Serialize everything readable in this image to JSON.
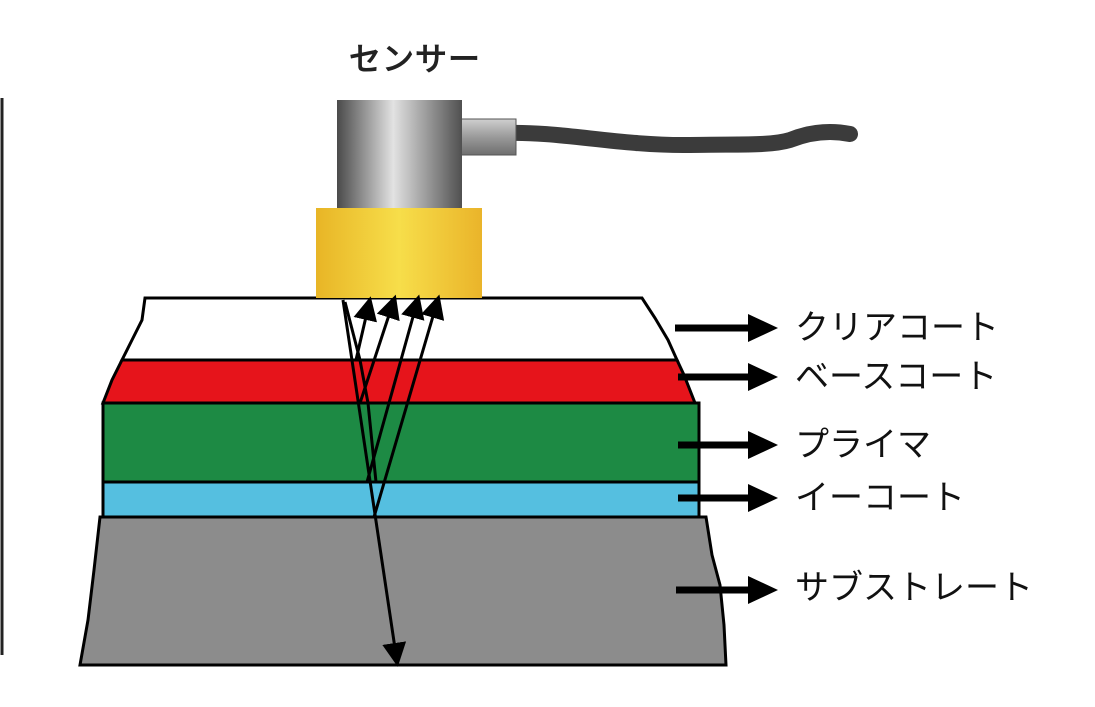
{
  "sensor": {
    "label": "センサー",
    "body_color": "#8a8a8a",
    "transducer_color": "#f5d844",
    "cable_color": "#3b3b3b"
  },
  "layers": [
    {
      "id": "clear-coat",
      "label": "クリアコート",
      "color": "#ffffff"
    },
    {
      "id": "base-coat",
      "label": "ベースコート",
      "color": "#e6141b"
    },
    {
      "id": "primer",
      "label": "プライマ",
      "color": "#1d8a44"
    },
    {
      "id": "e-coat",
      "label": "イーコート",
      "color": "#55bfe0"
    },
    {
      "id": "substrate",
      "label": "サブストレート",
      "color": "#8c8c8c"
    }
  ]
}
